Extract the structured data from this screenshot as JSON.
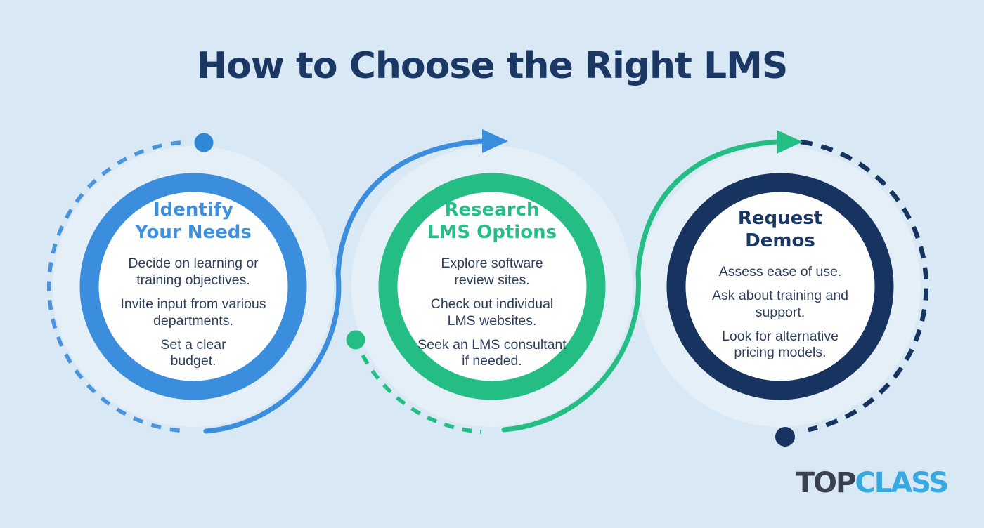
{
  "title": "How to Choose the Right LMS",
  "colors": {
    "background": "#D9E8F5",
    "title_text": "#1B3865",
    "body_text": "#2E3E5C",
    "step1_accent": "#3B8EDD",
    "step2_accent": "#24BD84",
    "step3_accent": "#17335F",
    "logo_top": "#3A414C",
    "logo_class": "#36A9E0"
  },
  "steps": [
    {
      "heading": "Identify\nYour Needs",
      "accent": "#3B8EDD",
      "points": [
        "Decide on learning or\ntraining objectives.",
        "Invite input from various\ndepartments.",
        "Set a clear\nbudget."
      ]
    },
    {
      "heading": "Research\nLMS Options",
      "accent": "#24BD84",
      "points": [
        "Explore software\nreview sites.",
        "Check out individual\nLMS websites.",
        "Seek an LMS consultant\nif needed."
      ]
    },
    {
      "heading": "Request\nDemos",
      "accent": "#17335F",
      "points": [
        "Assess ease of use.",
        "Ask about training and\nsupport.",
        "Look for alternative\npricing models."
      ]
    }
  ],
  "flow": {
    "icons": [
      "blue-start-dot-icon",
      "blue-dashed-orbit-icon",
      "curved-arrow-right-blue-icon",
      "green-start-dot-icon",
      "green-dashed-orbit-icon",
      "curved-arrow-right-green-icon",
      "navy-dashed-orbit-icon",
      "navy-end-dot-icon"
    ]
  },
  "logo": {
    "part1": "TOP",
    "part2": "CLASS"
  }
}
